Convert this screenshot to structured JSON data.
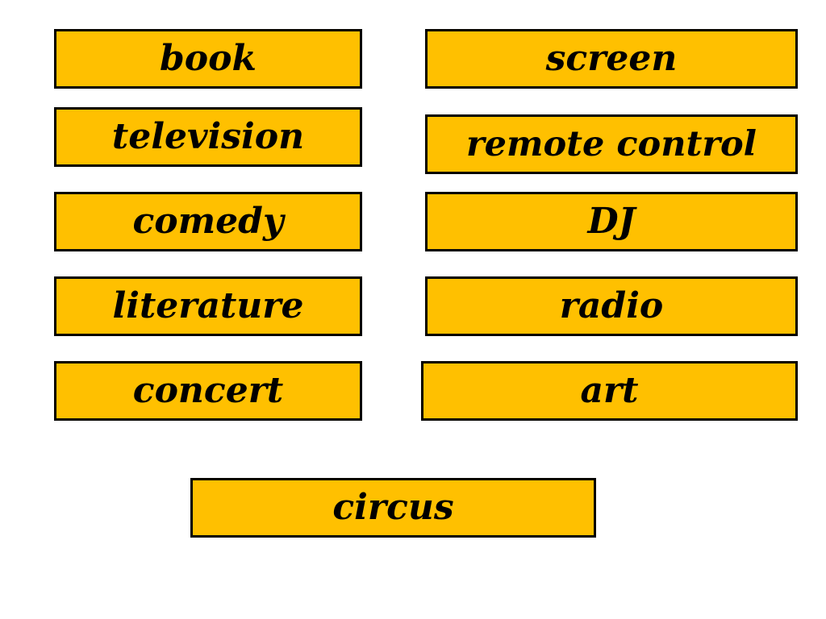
{
  "colors": {
    "card_fill": "#FFC000",
    "card_border": "#000000",
    "text": "#000000",
    "background": "#FFFFFF"
  },
  "cards": [
    {
      "label": "book"
    },
    {
      "label": "screen"
    },
    {
      "label": "television"
    },
    {
      "label": "remote control"
    },
    {
      "label": "comedy"
    },
    {
      "label": "DJ"
    },
    {
      "label": "literature"
    },
    {
      "label": "radio"
    },
    {
      "label": "concert"
    },
    {
      "label": "art"
    },
    {
      "label": "circus"
    }
  ]
}
